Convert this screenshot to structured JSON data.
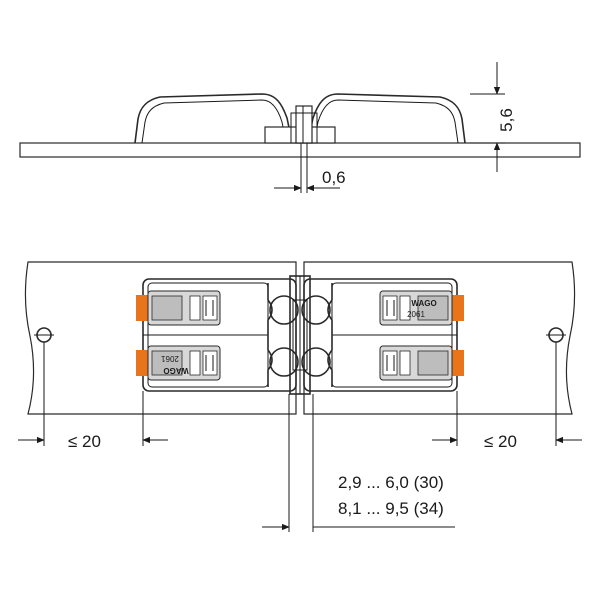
{
  "diagram": {
    "side_view": {
      "height_dimension": "5,6",
      "board_gap_dimension": "0,6"
    },
    "top_view": {
      "left_edge_distance": "≤ 20",
      "right_edge_distance": "≤ 20",
      "gap_range_1": "2,9 ... 6,0 (30)",
      "gap_range_2": "8,1 ... 9,5 (34)",
      "marking_right": "2061",
      "marking_left_inverted": "2061",
      "brand_right": "WAGO",
      "brand_left_inverted": "WAGO"
    }
  },
  "colors": {
    "line": "#1a1a1a",
    "release_lever": "#e8741c",
    "housing_shade": "#d8d8d8"
  }
}
